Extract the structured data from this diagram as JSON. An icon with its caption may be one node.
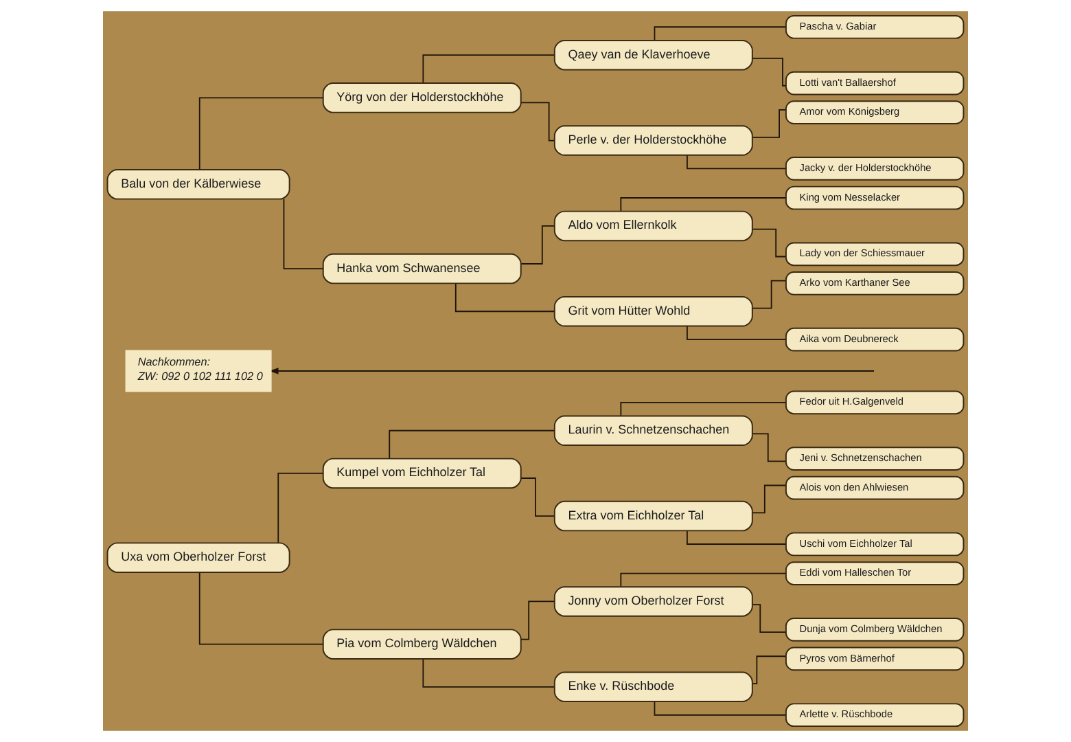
{
  "diagram": {
    "nodes": [
      {
        "text": [
          "Balu von der Kälberwiese"
        ]
      },
      {
        "text": [
          "Yörg von der Holderstockhöhe"
        ]
      },
      {
        "text": [
          "Qaey van de Klaverhoeve"
        ]
      },
      {
        "text": [
          "Pascha v. Gabiar"
        ]
      },
      {
        "text": [
          "Lotti van't Ballaershof"
        ]
      },
      {
        "text": [
          "Perle v. der Holderstockhöhe"
        ]
      },
      {
        "text": [
          "Amor vom Königsberg"
        ]
      },
      {
        "text": [
          "Jacky v. der Holderstockhöhe"
        ]
      },
      {
        "text": [
          "Hanka vom Schwanensee"
        ]
      },
      {
        "text": [
          "Aldo vom Ellernkolk"
        ]
      },
      {
        "text": [
          "King vom Nesselacker"
        ]
      },
      {
        "text": [
          "Lady von der Schiessmauer"
        ]
      },
      {
        "text": [
          "Grit vom Hütter Wohld"
        ]
      },
      {
        "text": [
          "Arko vom Karthaner See"
        ]
      },
      {
        "text": [
          "Aika vom Deubnereck"
        ]
      },
      {
        "text": [
          "Nachkommen:",
          "ZW: 092 0 102 111 102 0"
        ]
      },
      {
        "text": [
          "Uxa vom Oberholzer Forst"
        ]
      },
      {
        "text": [
          "Kumpel vom Eichholzer Tal"
        ]
      },
      {
        "text": [
          "Laurin v. Schnetzenschachen"
        ]
      },
      {
        "text": [
          "Fedor uit H.Galgenveld"
        ]
      },
      {
        "text": [
          "Jeni v. Schnetzenschachen"
        ]
      },
      {
        "text": [
          "Extra vom Eichholzer Tal"
        ]
      },
      {
        "text": [
          "Alois von den Ahlwiesen"
        ]
      },
      {
        "text": [
          "Uschi vom Eichholzer Tal"
        ]
      },
      {
        "text": [
          "Pia vom Colmberg Wäldchen"
        ]
      },
      {
        "text": [
          "Jonny vom Oberholzer Forst"
        ]
      },
      {
        "text": [
          "Eddi vom Halleschen Tor"
        ]
      },
      {
        "text": [
          "Dunja vom Colmberg Wäldchen"
        ]
      },
      {
        "text": [
          "Enke v. Rüschbode"
        ]
      },
      {
        "text": [
          "Pyros vom Bärnerhof"
        ]
      },
      {
        "text": [
          "Arlette v. Rüschbode"
        ]
      }
    ],
    "edges": [
      {
        "from": 0,
        "to": 1,
        "arrow": "none"
      },
      {
        "from": 0,
        "to": 8,
        "arrow": "none"
      },
      {
        "from": 1,
        "to": 2,
        "arrow": "none"
      },
      {
        "from": 1,
        "to": 5,
        "arrow": "none"
      },
      {
        "from": 2,
        "to": 3,
        "arrow": "none"
      },
      {
        "from": 2,
        "to": 4,
        "arrow": "none"
      },
      {
        "from": 5,
        "to": 6,
        "arrow": "none"
      },
      {
        "from": 5,
        "to": 7,
        "arrow": "none"
      },
      {
        "from": 8,
        "to": 9,
        "arrow": "none"
      },
      {
        "from": 8,
        "to": 12,
        "arrow": "none"
      },
      {
        "from": 9,
        "to": 10,
        "arrow": "none"
      },
      {
        "from": 9,
        "to": 11,
        "arrow": "none"
      },
      {
        "from": 12,
        "to": 13,
        "arrow": "none"
      },
      {
        "from": 12,
        "to": 14,
        "arrow": "none"
      },
      {
        "from": null,
        "to": 15,
        "arrow": "to"
      },
      {
        "from": 16,
        "to": 17,
        "arrow": "none"
      },
      {
        "from": 16,
        "to": 24,
        "arrow": "none"
      },
      {
        "from": 17,
        "to": 18,
        "arrow": "none"
      },
      {
        "from": 17,
        "to": 21,
        "arrow": "none"
      },
      {
        "from": 18,
        "to": 19,
        "arrow": "none"
      },
      {
        "from": 18,
        "to": 20,
        "arrow": "none"
      },
      {
        "from": 21,
        "to": 22,
        "arrow": "none"
      },
      {
        "from": 21,
        "to": 23,
        "arrow": "none"
      },
      {
        "from": 24,
        "to": 25,
        "arrow": "none"
      },
      {
        "from": 24,
        "to": 28,
        "arrow": "none"
      },
      {
        "from": 25,
        "to": 26,
        "arrow": "none"
      },
      {
        "from": 25,
        "to": 27,
        "arrow": "none"
      },
      {
        "from": 28,
        "to": 29,
        "arrow": "none"
      },
      {
        "from": 28,
        "to": 30,
        "arrow": "none"
      }
    ]
  }
}
